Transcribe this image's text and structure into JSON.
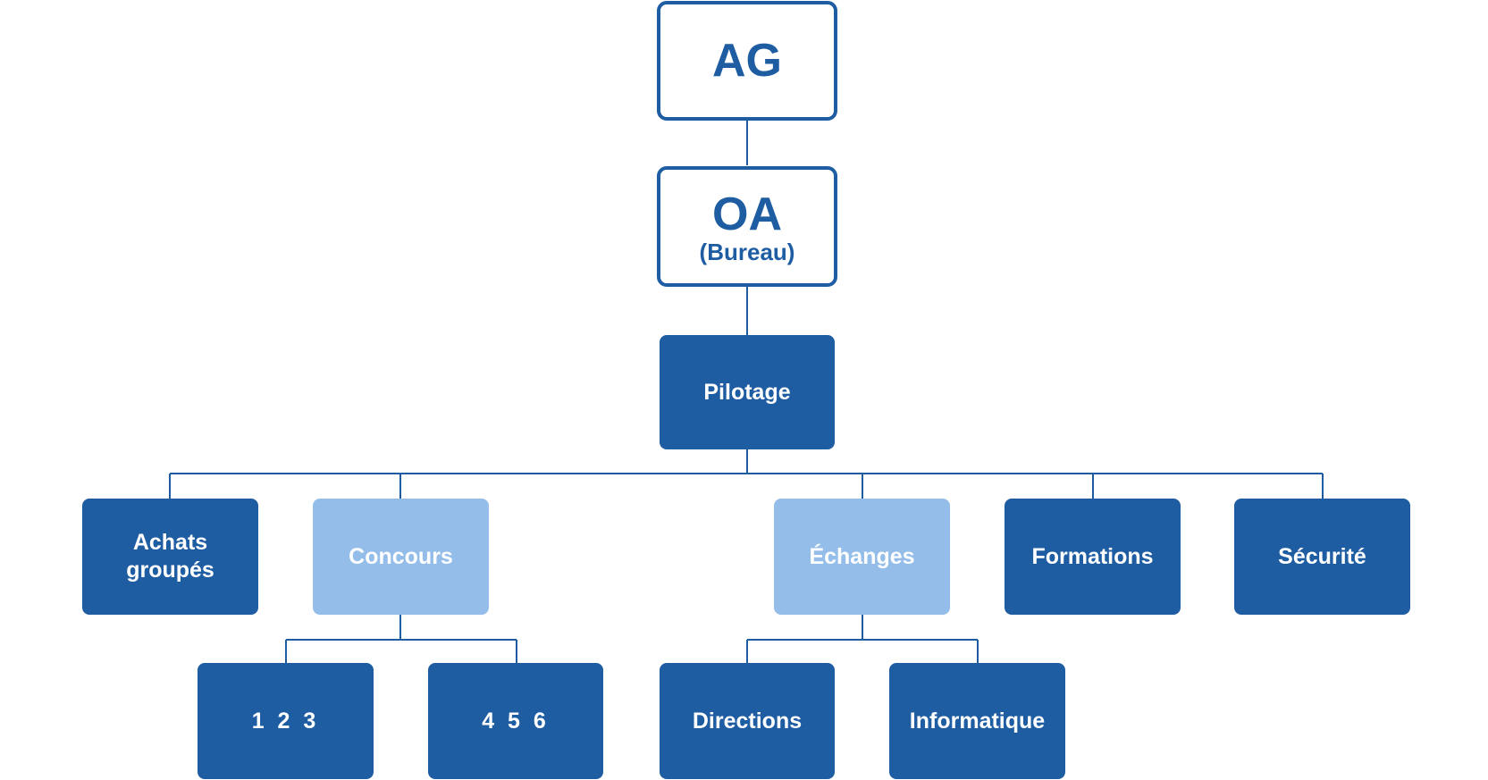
{
  "diagram": {
    "colors": {
      "dark": "#1F5DA3",
      "light": "#94BEE9",
      "outline": "#1F5DA3",
      "background": "#ffffff"
    },
    "ag": {
      "label": "AG"
    },
    "oa": {
      "label": "OA",
      "sublabel": "(Bureau)"
    },
    "pilotage": {
      "label": "Pilotage"
    },
    "achats": {
      "label": "Achats groupés"
    },
    "concours": {
      "label": "Concours"
    },
    "echanges": {
      "label": "Échanges"
    },
    "formations": {
      "label": "Formations"
    },
    "securite": {
      "label": "Sécurité"
    },
    "c123": {
      "label": "1 2 3"
    },
    "c456": {
      "label": "4 5 6"
    },
    "directions": {
      "label": "Directions"
    },
    "informatique": {
      "label": "Informatique"
    }
  }
}
